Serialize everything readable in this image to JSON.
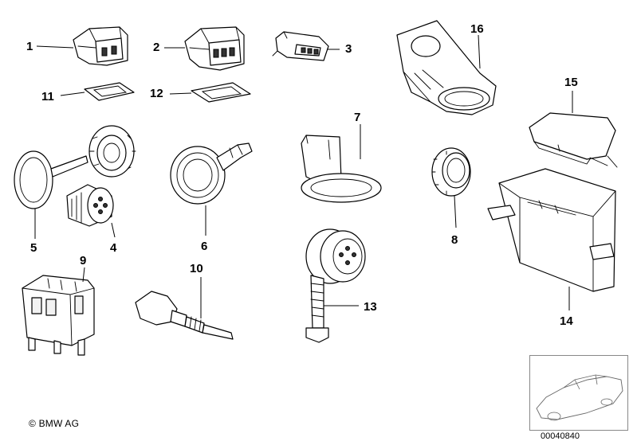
{
  "callouts": {
    "c1": "1",
    "c2": "2",
    "c3": "3",
    "c4": "4",
    "c5": "5",
    "c6": "6",
    "c7": "7",
    "c8": "8",
    "c9": "9",
    "c10": "10",
    "c11": "11",
    "c12": "12",
    "c13": "13",
    "c14": "14",
    "c15": "15",
    "c16": "16"
  },
  "footer": {
    "copyright": "© BMW AG",
    "doc_number": "00040840"
  }
}
